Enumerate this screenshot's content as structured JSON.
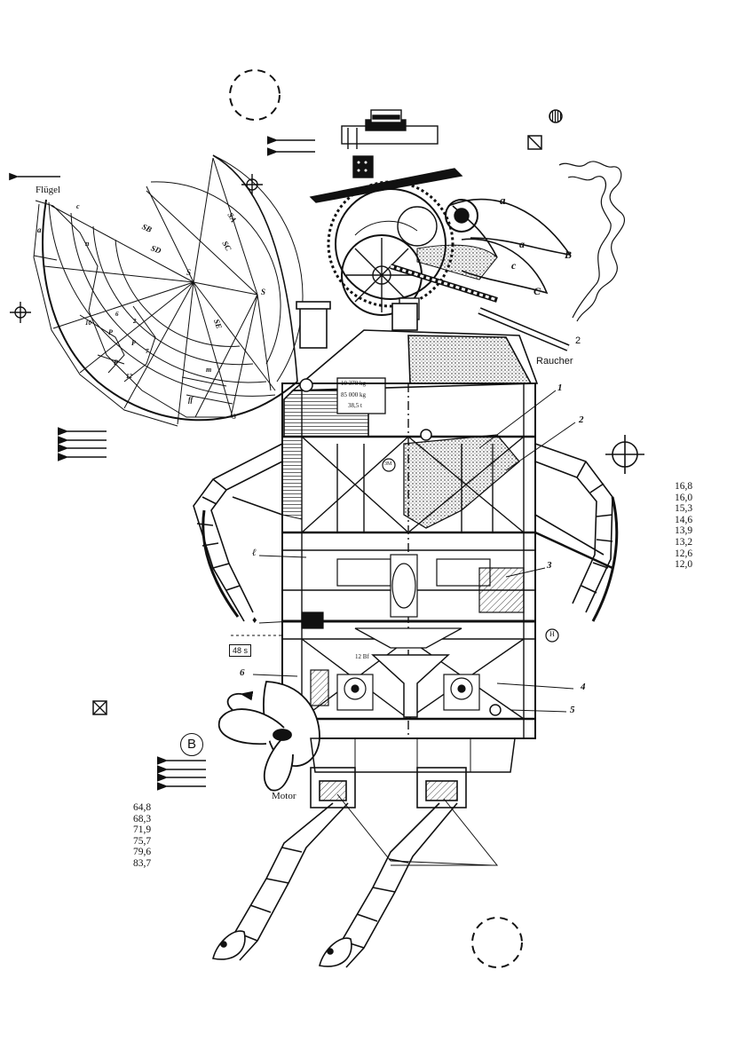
{
  "labels": {
    "fluegel": "Flügel",
    "raucher": "Raucher",
    "motor": "Motor",
    "badge": "B",
    "time_box": "48 s",
    "weight_1": "10 370 kg",
    "weight_2": "85 000 kg",
    "weight_3": "38,5 t",
    "bf": "12 Bf",
    "beak_a1": "a",
    "beak_a2": "a",
    "beak_B": "B",
    "beak_c": "c",
    "beak_C": "C",
    "pipe_2": "2",
    "callouts": [
      "1",
      "2",
      "3",
      "4",
      "5",
      "6"
    ],
    "left_marks": [
      "ℓ",
      "♦"
    ],
    "gauge_H": "H",
    "gauge_M": "3M",
    "geometry_letters": {
      "SA": "SA",
      "SB": "SB",
      "SC": "SC",
      "SD": "SD",
      "SE": "SE",
      "S1": "S",
      "S2": "S",
      "a": "a",
      "n": "n",
      "m": "m",
      "ff": "ff",
      "p1": "P",
      "p2": "P",
      "p3": "P",
      "n12": "12",
      "n3": "3",
      "n7": "7",
      "n6": "6",
      "n10": "10",
      "n2": "2",
      "c": "c"
    }
  },
  "numbers_right": [
    "16,8",
    "16,0",
    "15,3",
    "14,6",
    "13,9",
    "13,2",
    "12,6",
    "12,0"
  ],
  "numbers_left": [
    "64,8",
    "68,3",
    "71,9",
    "75,7",
    "79,6",
    "83,7"
  ],
  "icons": {
    "arrows_top": "left-arrow-pair-icon",
    "arrows_fluegel": "left-arrow-icon",
    "arrows_left_mid": "left-arrow-stack-icon",
    "arrows_left_low": "left-arrow-stack-icon",
    "crosshair_left": "crosshair-icon",
    "crosshair_top": "crosshair-icon",
    "crosshair_right": "crosshair-icon",
    "striped_circle": "striped-circle-icon",
    "box_slash": "box-slash-icon",
    "box_x": "box-x-icon",
    "dashed_circle_top": "dashed-circle-icon",
    "dashed_circle_bottom": "dashed-circle-icon"
  },
  "colors": {
    "ink": "#111111",
    "paper": "#ffffff",
    "hatch": "#222222"
  }
}
